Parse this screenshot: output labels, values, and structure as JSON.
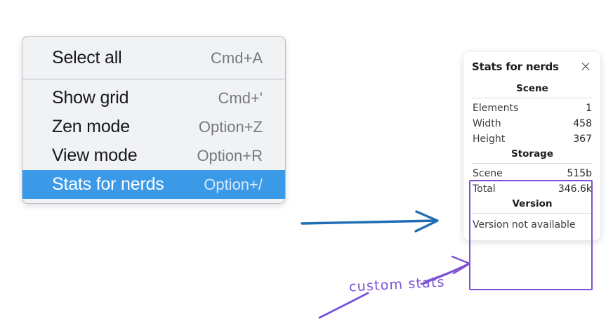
{
  "context_menu": {
    "name": "canvas-context-menu",
    "groups": [
      {
        "items": [
          {
            "label": "Select all",
            "shortcut": "Cmd+A",
            "selected": false
          }
        ]
      },
      {
        "items": [
          {
            "label": "Show grid",
            "shortcut": "Cmd+'",
            "selected": false
          },
          {
            "label": "Zen mode",
            "shortcut": "Option+Z",
            "selected": false
          },
          {
            "label": "View mode",
            "shortcut": "Option+R",
            "selected": false
          },
          {
            "label": "Stats for nerds",
            "shortcut": "Option+/",
            "selected": true
          }
        ]
      }
    ],
    "highlight_color": "#3b9ae8"
  },
  "stats_panel": {
    "title": "Stats for nerds",
    "close_icon": "close-icon",
    "sections": [
      {
        "heading": "Scene",
        "rows": [
          {
            "label": "Elements",
            "value": "1"
          },
          {
            "label": "Width",
            "value": "458"
          },
          {
            "label": "Height",
            "value": "367"
          }
        ]
      },
      {
        "heading": "Storage",
        "rows": [
          {
            "label": "Scene",
            "value": "515b"
          },
          {
            "label": "Total",
            "value": "346.6k"
          }
        ]
      },
      {
        "heading": "Version",
        "note": "Version not available",
        "rows": []
      }
    ],
    "highlight_border_color": "#7b52d6"
  },
  "annotations": {
    "blue_arrow_color": "#1f6db4",
    "purple_color": "#7b52d6",
    "caption": "custom stats"
  }
}
